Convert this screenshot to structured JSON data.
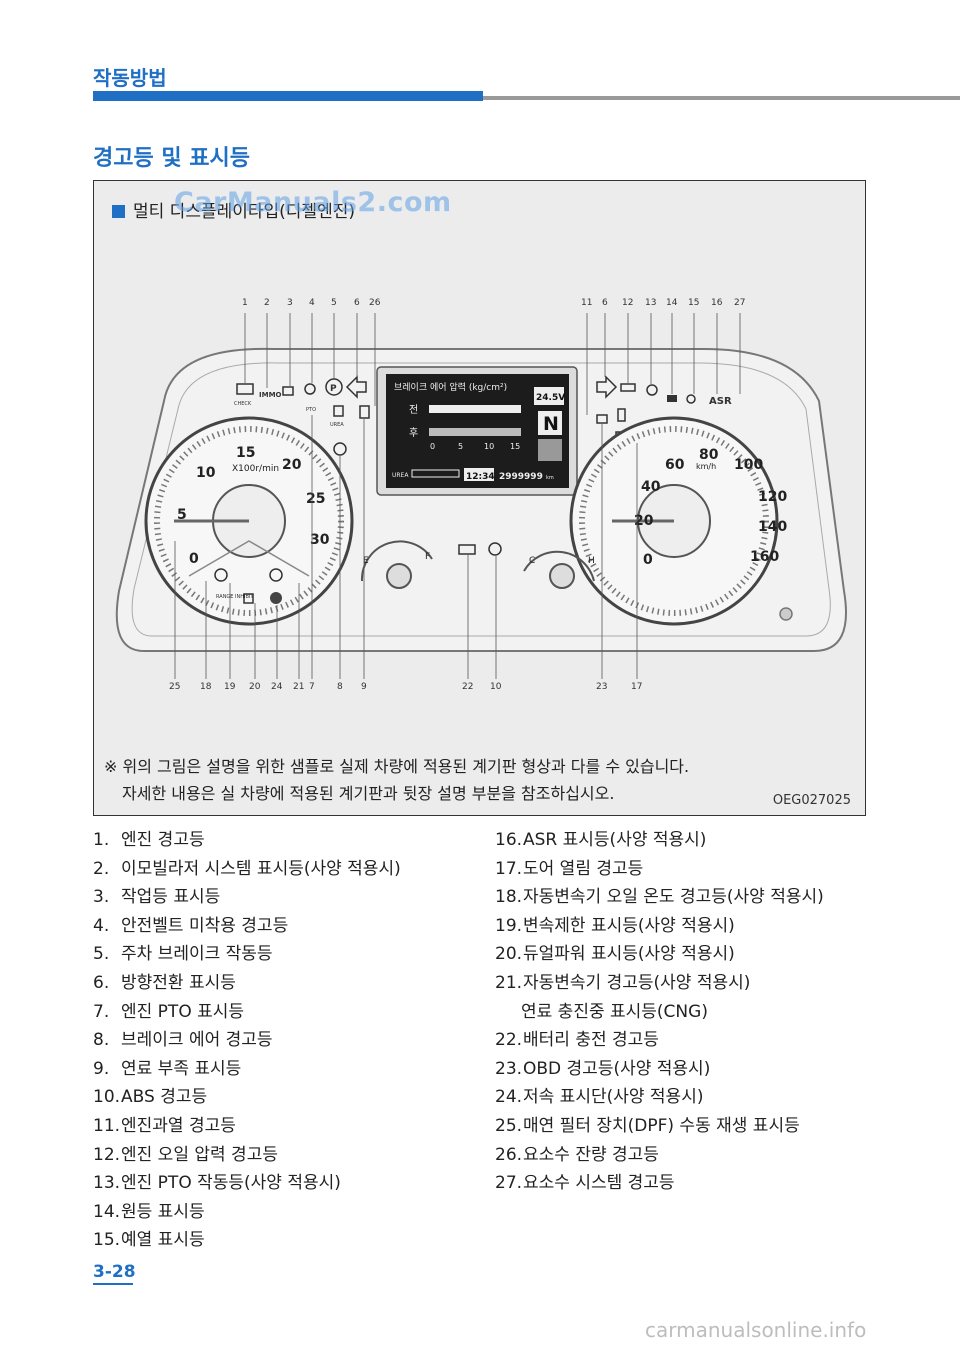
{
  "header": {
    "section": "작동방법"
  },
  "page": {
    "heading": "경고등 및 표시등",
    "number": "3-28"
  },
  "figure": {
    "caption": "멀티 디스플레이타입(디젤엔진)",
    "watermark": "CarManuals2.com",
    "note_line1": "※ 위의 그림은 설명을 위한 샘플로 실제 차량에 적용된 계기판 형상과 다를 수 있습니다.",
    "note_line2": "자세한 내용은 실 차량에 적용된 계기판과 뒷장 설명 부분을 참조하십시오.",
    "code": "OEG027025",
    "callouts_top_left": [
      "1",
      "2",
      "3",
      "4",
      "5",
      "6",
      "26"
    ],
    "callouts_top_right": [
      "11",
      "6",
      "12",
      "13",
      "14",
      "15",
      "16",
      "27"
    ],
    "callouts_bottom": [
      "25",
      "18",
      "19",
      "20",
      "24",
      "21",
      "7",
      "8",
      "9",
      "22",
      "10",
      "23",
      "17"
    ],
    "tach": {
      "unit": "X100r/min",
      "ticks": [
        "0",
        "5",
        "10",
        "15",
        "20",
        "25",
        "30"
      ]
    },
    "speedo": {
      "unit": "km/h",
      "ticks": [
        "0",
        "20",
        "40",
        "60",
        "80",
        "100",
        "120",
        "140",
        "160"
      ]
    },
    "display": {
      "title": "브레이크 에어 압력 (kg/cm²)",
      "front": "전",
      "rear": "후",
      "scale": [
        "0",
        "5",
        "10",
        "15"
      ],
      "voltage": "24.5V",
      "gear": "N",
      "clock": "12:34",
      "odometer": "2999999",
      "odo_unit": "km",
      "urea": "UREA"
    },
    "icon_labels": {
      "check": "CHECK",
      "immo": "IMMO",
      "pto": "PTO",
      "urea": "UREA",
      "range": "RANGE INHIBIT",
      "asr": "ASR"
    },
    "fuel_gauge": {
      "empty": "E",
      "full": "F"
    },
    "temp_gauge": {
      "cold": "C",
      "hot": "H"
    }
  },
  "items_left": [
    {
      "num": "1.",
      "text": "엔진 경고등"
    },
    {
      "num": "2.",
      "text": "이모빌라저 시스템 표시등(사양 적용시)"
    },
    {
      "num": "3.",
      "text": "작업등 표시등"
    },
    {
      "num": "4.",
      "text": "안전벨트 미착용 경고등"
    },
    {
      "num": "5.",
      "text": "주차 브레이크 작동등"
    },
    {
      "num": "6.",
      "text": "방향전환 표시등"
    },
    {
      "num": "7.",
      "text": "엔진 PTO 표시등"
    },
    {
      "num": "8.",
      "text": "브레이크 에어 경고등"
    },
    {
      "num": "9.",
      "text": "연료 부족 표시등"
    },
    {
      "num": "10.",
      "text": "ABS 경고등"
    },
    {
      "num": "11.",
      "text": "엔진과열 경고등"
    },
    {
      "num": "12.",
      "text": "엔진 오일 압력 경고등"
    },
    {
      "num": "13.",
      "text": "엔진 PTO 작동등(사양 적용시)"
    },
    {
      "num": "14.",
      "text": "원등 표시등"
    },
    {
      "num": "15.",
      "text": "예열 표시등"
    }
  ],
  "items_right": [
    {
      "num": "16.",
      "text": "ASR 표시등(사양 적용시)"
    },
    {
      "num": "17.",
      "text": "도어 열림 경고등"
    },
    {
      "num": "18.",
      "text": "자동변속기 오일 온도 경고등(사양 적용시)"
    },
    {
      "num": "19.",
      "text": "변속제한 표시등(사양 적용시)"
    },
    {
      "num": "20.",
      "text": "듀얼파워 표시등(사양 적용시)"
    },
    {
      "num": "21.",
      "text": "자동변속기 경고등(사양 적용시)"
    },
    {
      "num": "",
      "text": "연료 충진중 표시등(CNG)"
    },
    {
      "num": "22.",
      "text": "배터리 충전 경고등"
    },
    {
      "num": "23.",
      "text": "OBD 경고등(사양 적용시)"
    },
    {
      "num": "24.",
      "text": "저속 표시단(사양 적용시)"
    },
    {
      "num": "25.",
      "text": "매연 필터 장치(DPF) 수동 재생 표시등"
    },
    {
      "num": "26.",
      "text": "요소수 잔량 경고등"
    },
    {
      "num": "27.",
      "text": "요소수 시스템 경고등"
    }
  ],
  "site": "carmanualsonline.info"
}
